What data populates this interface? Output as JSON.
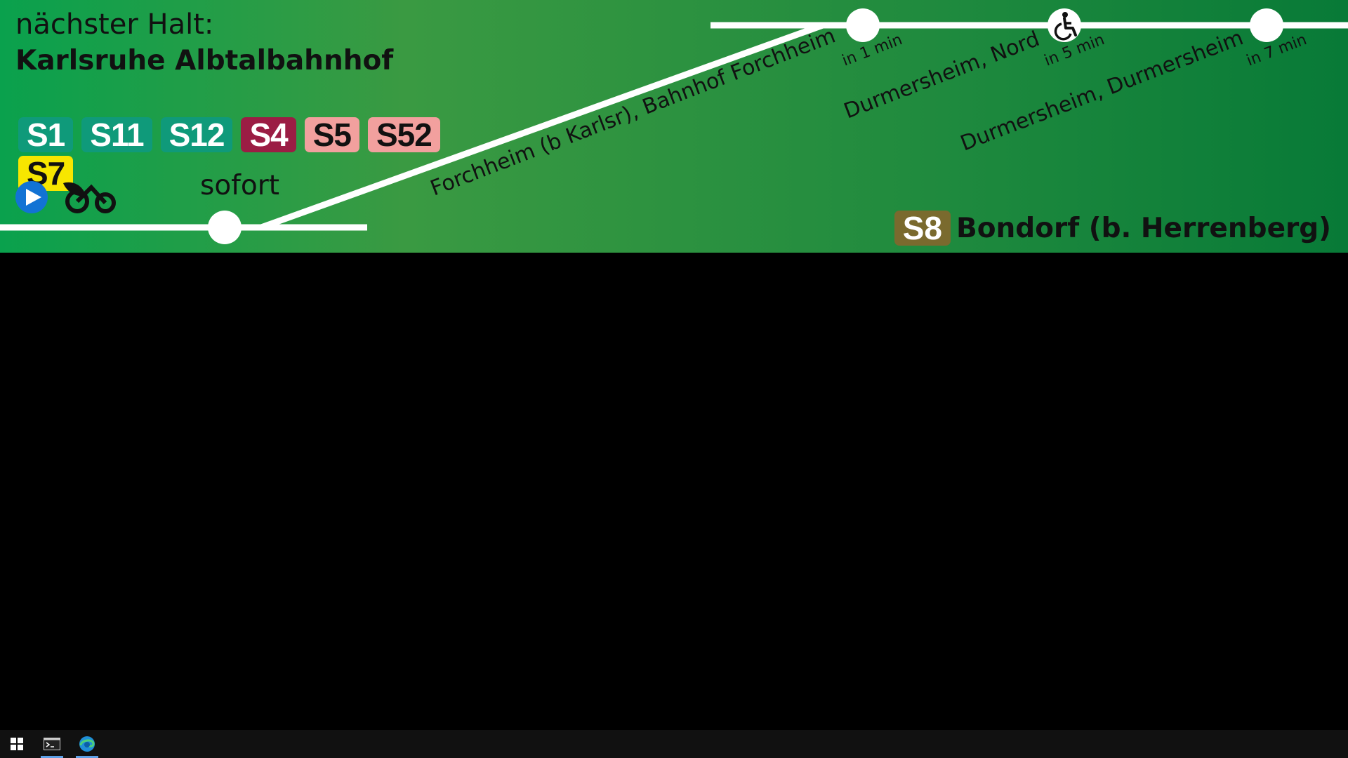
{
  "header": {
    "label": "nächster Halt:",
    "stop_name": "Karlsruhe Albtalbahnhof"
  },
  "lines": [
    {
      "name": "S1",
      "bg": "#0f9a7a",
      "fg": "#ffffff"
    },
    {
      "name": "S11",
      "bg": "#0f9a7a",
      "fg": "#ffffff"
    },
    {
      "name": "S12",
      "bg": "#0f9a7a",
      "fg": "#ffffff"
    },
    {
      "name": "S4",
      "bg": "#9b1d44",
      "fg": "#ffffff"
    },
    {
      "name": "S5",
      "bg": "#f2a09e",
      "fg": "#111111"
    },
    {
      "name": "S52",
      "bg": "#f2a09e",
      "fg": "#111111"
    },
    {
      "name": "S7",
      "bg": "#f7e600",
      "fg": "#111111"
    }
  ],
  "icons": {
    "play": "play-icon",
    "bike": "bicycle-icon",
    "wheelchair": "wheelchair-icon"
  },
  "next_stop_time": "sofort",
  "upcoming_stops": [
    {
      "name": "Forchheim (b Karlsr), Bahnhof Forchheim",
      "time": "in 1 min"
    },
    {
      "name": "Durmersheim, Nord",
      "time": "in 5 min"
    },
    {
      "name": "Durmersheim, Durmersheim",
      "time": "in 7 min"
    }
  ],
  "destination": {
    "line": "S8",
    "name": "Bondorf (b. Herrenberg)"
  },
  "colors": {
    "play_blue": "#1273d4",
    "dest_badge": "#7a6a2e"
  }
}
